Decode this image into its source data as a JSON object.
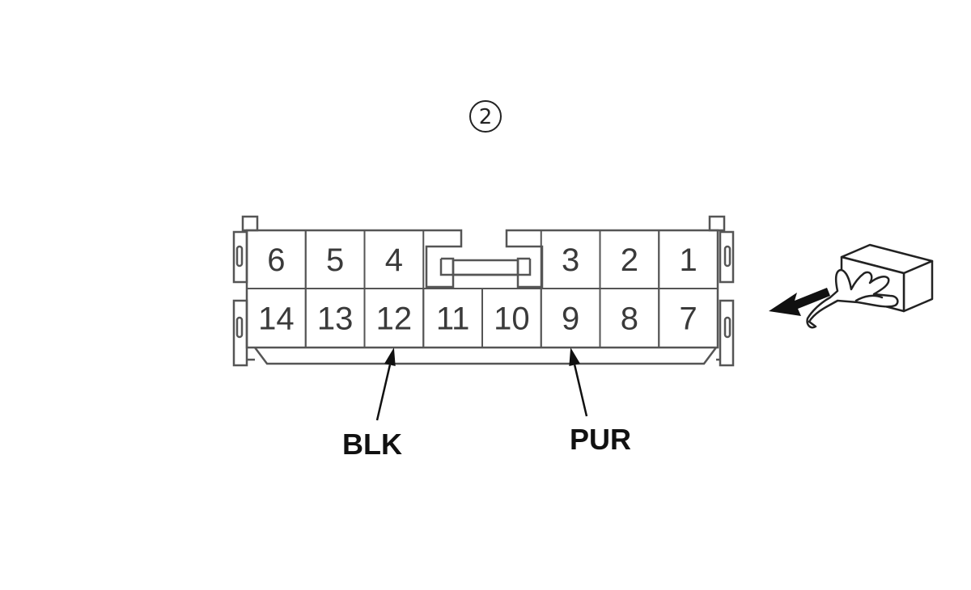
{
  "connector_marker": "2",
  "pins": [
    {
      "row": 0,
      "col": 0,
      "label": "6"
    },
    {
      "row": 0,
      "col": 1,
      "label": "5"
    },
    {
      "row": 0,
      "col": 2,
      "label": "4"
    },
    {
      "row": 0,
      "col": 5,
      "label": "3"
    },
    {
      "row": 0,
      "col": 6,
      "label": "2"
    },
    {
      "row": 0,
      "col": 7,
      "label": "1"
    },
    {
      "row": 1,
      "col": 0,
      "label": "14"
    },
    {
      "row": 1,
      "col": 1,
      "label": "13"
    },
    {
      "row": 1,
      "col": 2,
      "label": "12"
    },
    {
      "row": 1,
      "col": 3,
      "label": "11"
    },
    {
      "row": 1,
      "col": 4,
      "label": "10"
    },
    {
      "row": 1,
      "col": 5,
      "label": "9"
    },
    {
      "row": 1,
      "col": 6,
      "label": "8"
    },
    {
      "row": 1,
      "col": 7,
      "label": "7"
    }
  ],
  "wire_callouts": [
    {
      "pin": "12",
      "label": "BLK"
    },
    {
      "pin": "9",
      "label": "PUR"
    }
  ],
  "colors": {
    "outline": "#555555",
    "pin_text": "#3a3a3a",
    "label_text": "#111111"
  },
  "icons": {
    "insertion_hint": "hand-inserting-connector-icon"
  }
}
